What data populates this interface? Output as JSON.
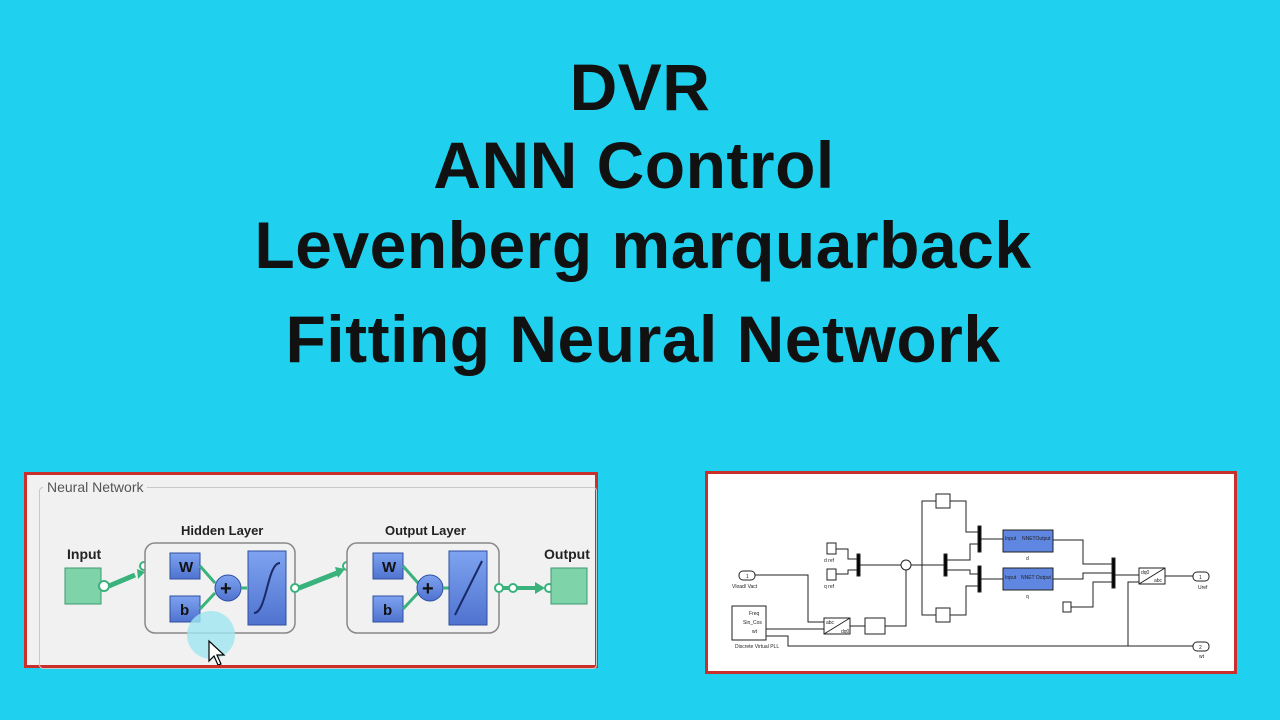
{
  "title": {
    "line1": "DVR",
    "line2": "ANN Control",
    "line3": "Levenberg marquarback",
    "line4": "Fitting Neural Network"
  },
  "nn_diagram": {
    "group_label": "Neural Network",
    "input_label": "Input",
    "output_label": "Output",
    "hidden_layer_label": "Hidden Layer",
    "output_layer_label": "Output Layer",
    "weight_symbol": "W",
    "bias_symbol": "b",
    "sum_symbol": "+"
  },
  "simulink": {
    "vload_label": "Vload/ Vact",
    "d_ref": "d ref",
    "q_ref": "q ref",
    "pll_label": "Discrete Virtual PLL",
    "pll_ports": [
      "Freq",
      "Sin_Cos",
      "wt"
    ],
    "abc_label": "abc",
    "dq0_label": "dq0",
    "nnet_input": "Input",
    "nnet_output": "NNETOutput",
    "nnet_output2": "NNET Output",
    "d_label": "d",
    "q_label": "q",
    "out_uref": "Uref",
    "out_wt": "wt",
    "port_1": "1",
    "port_2": "2"
  },
  "colors": {
    "background": "#1fd1ef",
    "panel_border": "#c9302c",
    "block_blue": "#5f86e0",
    "io_green": "#7fd3a8",
    "connector_green": "#39b27c"
  }
}
